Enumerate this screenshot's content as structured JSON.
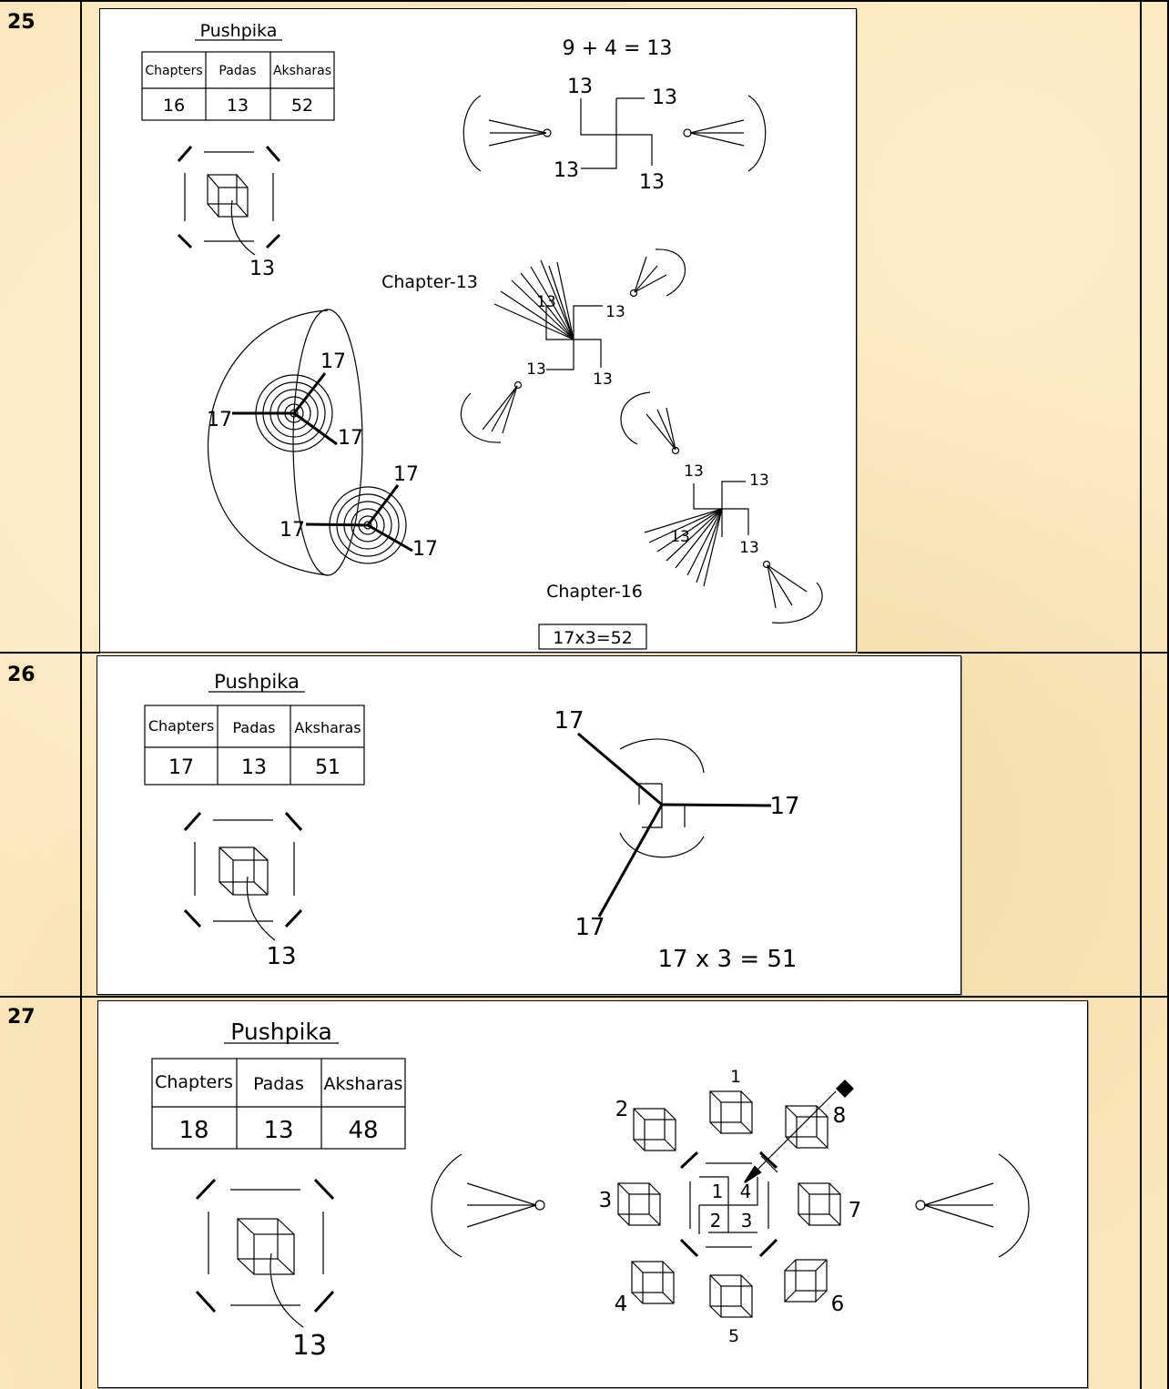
{
  "rows": [
    {
      "number": "25",
      "title": "Pushpika",
      "table": {
        "headers": [
          "Chapters",
          "Padas",
          "Aksharas"
        ],
        "values": [
          "16",
          "13",
          "52"
        ]
      },
      "cube_label": "13",
      "equation_top": "9 + 4 = 13",
      "swastika_labels": [
        "13",
        "13",
        "13",
        "13"
      ],
      "chapter13_label": "Chapter-13",
      "chapter13_swastika_labels": [
        "13",
        "13",
        "13",
        "13"
      ],
      "sphere_labels": [
        "17",
        "17",
        "17",
        "17",
        "17",
        "17"
      ],
      "chapter16_swastika_labels": [
        "13",
        "13",
        "13",
        "13"
      ],
      "chapter16_label": "Chapter-16",
      "equation_bottom": "17x3=52"
    },
    {
      "number": "26",
      "title": "Pushpika",
      "table": {
        "headers": [
          "Chapters",
          "Padas",
          "Aksharas"
        ],
        "values": [
          "17",
          "13",
          "51"
        ]
      },
      "cube_label": "13",
      "tri_labels": [
        "17",
        "17",
        "17"
      ],
      "equation": "17 x 3 = 51"
    },
    {
      "number": "27",
      "title": "Pushpika",
      "table": {
        "headers": [
          "Chapters",
          "Padas",
          "Aksharas"
        ],
        "values": [
          "18",
          "13",
          "48"
        ]
      },
      "cube_label": "13",
      "ring_labels": [
        "1",
        "2",
        "3",
        "4",
        "5",
        "6",
        "7",
        "8"
      ],
      "center_labels": [
        "1",
        "4",
        "2",
        "3"
      ]
    }
  ]
}
